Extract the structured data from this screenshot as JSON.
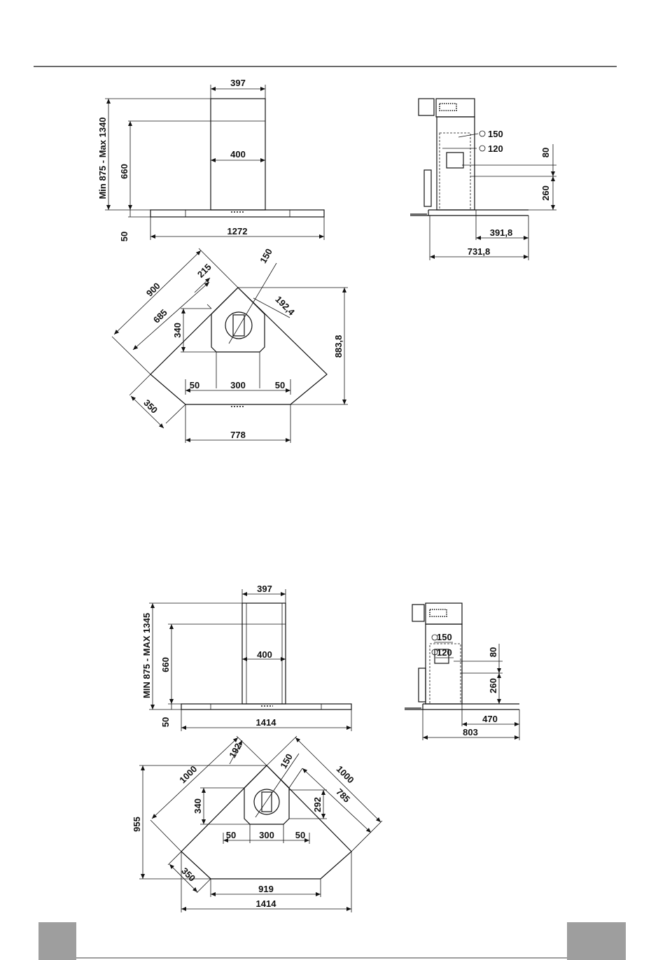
{
  "diagrams": {
    "first": {
      "front": {
        "width_top": "397",
        "width_chimney": "400",
        "width_hood": "1272",
        "height_min_max": "Min  875  -  Max  1340",
        "height_chimney": "660",
        "height_hood": "50"
      },
      "side": {
        "duct_150": "150",
        "duct_120": "120",
        "h1": "80",
        "h2": "260",
        "d1": "391,8",
        "d2": "731,8"
      },
      "plan": {
        "diag_900": "900",
        "diag_685": "685",
        "d_215": "215",
        "diam_150": "150",
        "d_192": "192,4",
        "h_340": "340",
        "h_883": "883,8",
        "w_50a": "50",
        "w_300": "300",
        "w_50b": "50",
        "d_350": "350",
        "w_778": "778"
      }
    },
    "second": {
      "front": {
        "width_top": "397",
        "width_chimney": "400",
        "width_hood": "1414",
        "height_min_max": "MIN  875  -  MAX  1345",
        "height_chimney": "660",
        "height_hood": "50"
      },
      "side": {
        "duct_150": "150",
        "duct_120": "120",
        "h1": "80",
        "h2": "260",
        "d1": "470",
        "d2": "803"
      },
      "plan": {
        "d_1000a": "1000",
        "d_1000b": "1000",
        "d_192": "192",
        "diam_150": "150",
        "d_785": "785",
        "h_340": "340",
        "h_292": "292",
        "h_955": "955",
        "w_50a": "50",
        "w_300": "300",
        "w_50b": "50",
        "d_350": "350",
        "w_919": "919",
        "w_1414": "1414"
      }
    }
  }
}
